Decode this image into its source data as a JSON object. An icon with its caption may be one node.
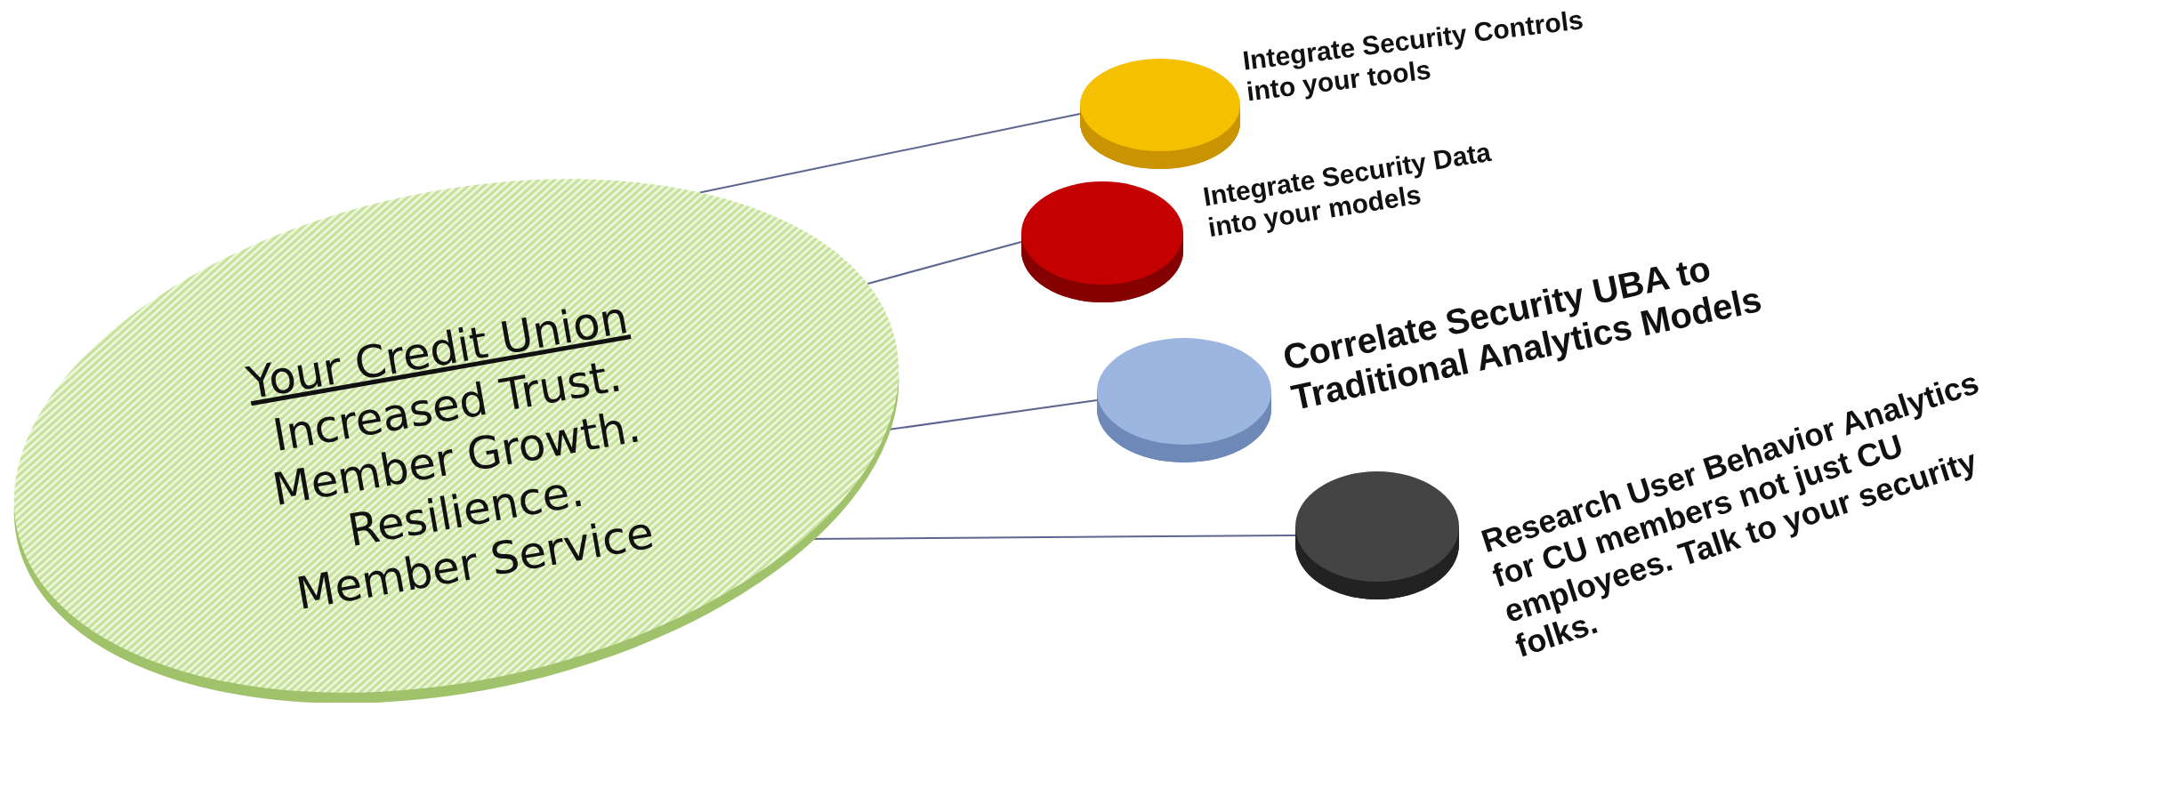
{
  "diagram": {
    "nodes": [
      {
        "text": [
          "Your Credit Union",
          "Increased Trust. Member Growth. Resilience. Member Service"
        ]
      },
      {
        "text": [
          "Integrate Security Controls into your tools"
        ]
      },
      {
        "text": [
          "Integrate Security Data into your models"
        ]
      },
      {
        "text": [
          "Correlate Security UBA to Traditional Analytics Models"
        ]
      },
      {
        "text": [
          "Research User Behavior Analytics for CU members not just CU employees. Talk to your security folks."
        ]
      }
    ],
    "edges": [
      {
        "from": 0,
        "to": 1,
        "arrow": "none"
      },
      {
        "from": 0,
        "to": 2,
        "arrow": "none"
      },
      {
        "from": 0,
        "to": 3,
        "arrow": "none"
      },
      {
        "from": 0,
        "to": 4,
        "arrow": "none"
      }
    ]
  }
}
